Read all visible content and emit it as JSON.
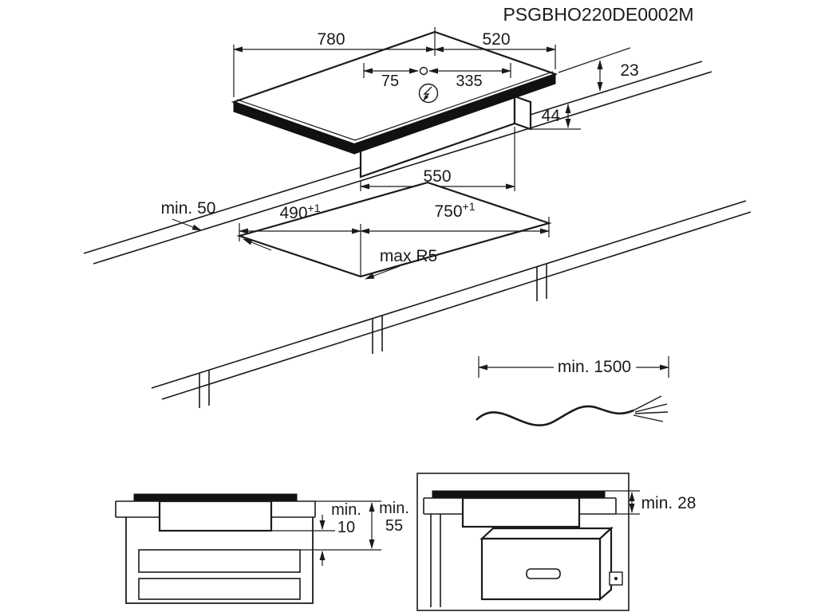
{
  "doc": {
    "part_number": "PSGBHO220DE0002M"
  },
  "colors": {
    "line": "#1a1a1a",
    "background": "#ffffff"
  },
  "hob_view": {
    "width_mm": "780",
    "depth_mm": "520",
    "connection_offset_left": "75",
    "connection_offset_right": "335",
    "height_above_worktop_mm": "23",
    "height_below_worktop_mm": "44",
    "base_width_mm": "550"
  },
  "cutout_view": {
    "edge_clearance": "min. 50",
    "cutout_depth": "490",
    "cutout_depth_tolerance": "+1",
    "cutout_width": "750",
    "cutout_width_tolerance": "+1",
    "corner_radius": "max R5"
  },
  "cable_view": {
    "cable_length": "min. 1500"
  },
  "drawer_clearance_view": {
    "gap1_prefix": "min.",
    "gap1_value": "10",
    "gap2_prefix": "min.",
    "gap2_value": "55"
  },
  "oven_clearance_view": {
    "clearance": "min. 28"
  }
}
